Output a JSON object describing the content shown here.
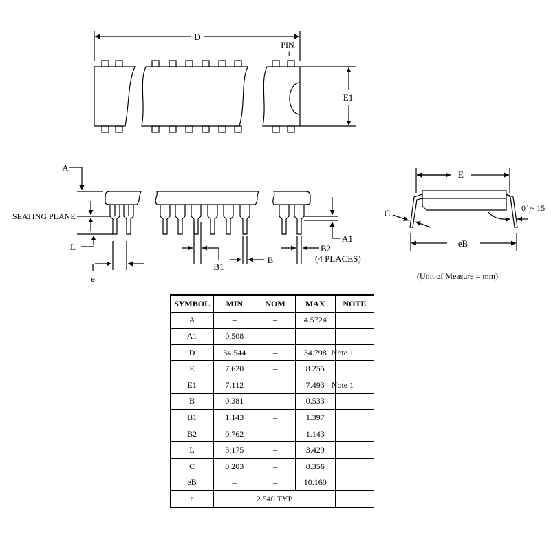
{
  "diagram": {
    "top_view": {
      "dim_d": "D",
      "pin_label_1": "PIN",
      "pin_label_2": "1",
      "dim_e1": "E1"
    },
    "side_view": {
      "dim_a": "A",
      "seating_plane": "SEATING PLANE",
      "dim_l": "L",
      "dim_e_pitch": "e",
      "dim_b1": "B1",
      "dim_b": "B",
      "dim_b2": "B2",
      "four_places": "(4 PLACES)",
      "dim_a1": "A1"
    },
    "end_view": {
      "dim_e": "E",
      "dim_c": "C",
      "angle": "0º ~ 15",
      "dim_eb": "eB"
    },
    "unit_note": "(Unit of Measure = mm)"
  },
  "table": {
    "headers": [
      "SYMBOL",
      "MIN",
      "NOM",
      "MAX",
      "NOTE"
    ],
    "rows": [
      [
        "A",
        "–",
        "–",
        "4.5724",
        ""
      ],
      [
        "A1",
        "0.508",
        "–",
        "–",
        ""
      ],
      [
        "D",
        "34.544",
        "–",
        "34.798",
        "Note 1"
      ],
      [
        "E",
        "7.620",
        "–",
        "8.255",
        ""
      ],
      [
        "E1",
        "7.112",
        "–",
        "7.493",
        "Note 1"
      ],
      [
        "B",
        "0.381",
        "–",
        "0.533",
        ""
      ],
      [
        "B1",
        "1.143",
        "–",
        "1.397",
        ""
      ],
      [
        "B2",
        "0.762",
        "–",
        "1.143",
        ""
      ],
      [
        "L",
        "3.175",
        "–",
        "3.429",
        ""
      ],
      [
        "C",
        "0.203",
        "–",
        "0.356",
        ""
      ],
      [
        "eB",
        "–",
        "–",
        "10.160",
        ""
      ]
    ],
    "last_row": {
      "symbol": "e",
      "value": "2.540 TYP"
    }
  }
}
